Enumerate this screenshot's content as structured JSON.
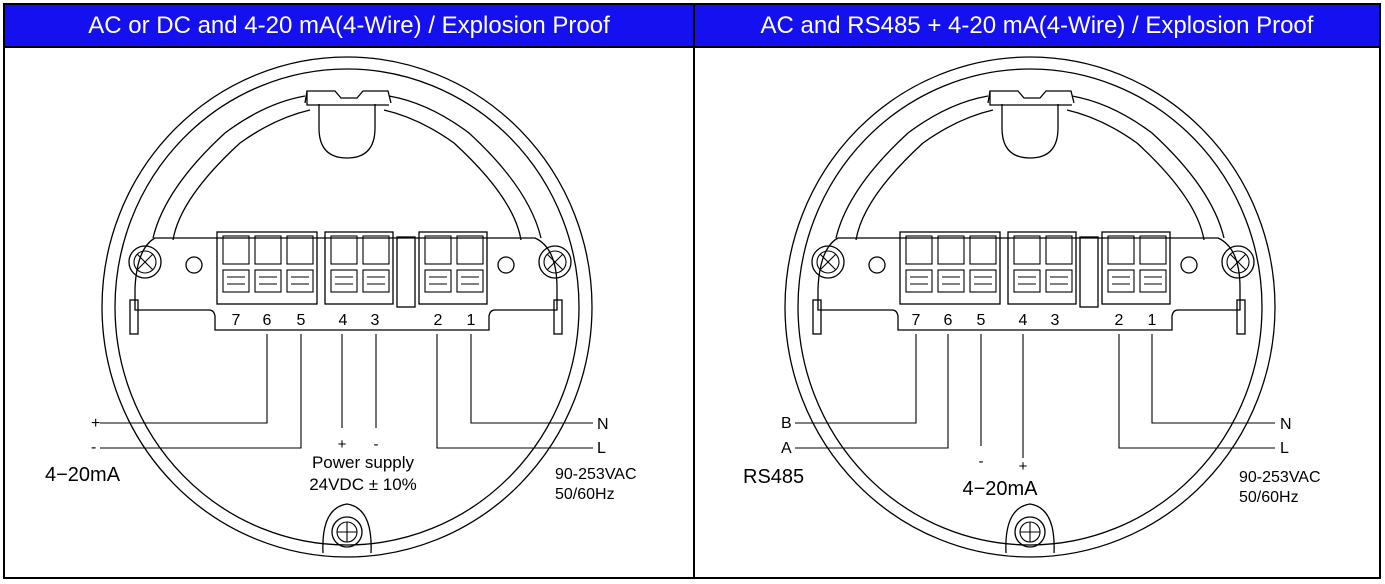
{
  "left_panel": {
    "title": "AC or DC and 4-20 mA(4-Wire) / Explosion Proof",
    "terminals": [
      "7",
      "6",
      "5",
      "4",
      "3",
      "2",
      "1"
    ],
    "signal_plus": "+",
    "signal_minus": "-",
    "signal_label": "4−20mA",
    "supply_plus": "+",
    "supply_minus": "-",
    "supply_line1": "Power supply",
    "supply_line2": "24VDC ± 10%",
    "n_label": "N",
    "l_label": "L",
    "ac_line1": "90-253VAC",
    "ac_line2": "50/60Hz"
  },
  "right_panel": {
    "title": "AC and RS485 + 4-20 mA(4-Wire) / Explosion Proof",
    "terminals": [
      "7",
      "6",
      "5",
      "4",
      "3",
      "2",
      "1"
    ],
    "b_label": "B",
    "a_label": "A",
    "rs485_label": "RS485",
    "signal_minus": "-",
    "signal_plus": "+",
    "signal_label": "4−20mA",
    "n_label": "N",
    "l_label": "L",
    "ac_line1": "90-253VAC",
    "ac_line2": "50/60Hz"
  },
  "colors": {
    "header_bg": "#1410f0",
    "header_text": "#ffffff",
    "line": "#000000"
  }
}
